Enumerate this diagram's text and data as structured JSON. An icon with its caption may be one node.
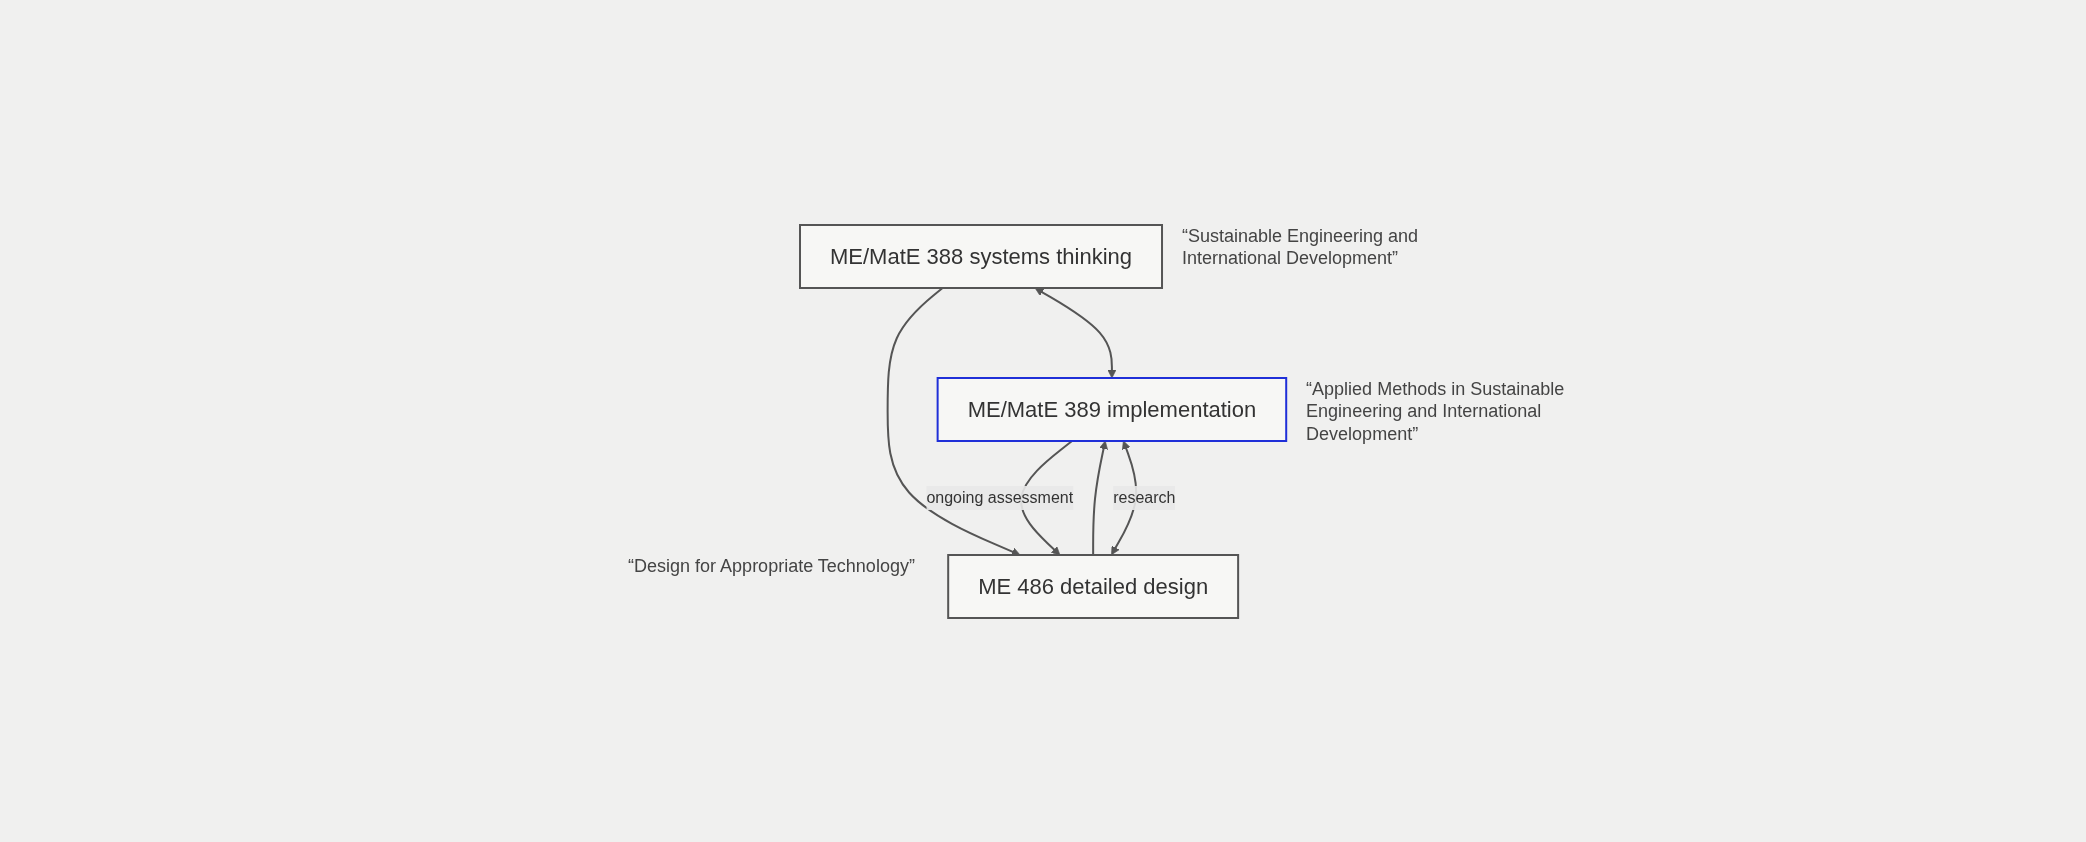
{
  "diagram": {
    "nodes": [
      {
        "text": [
          "ME/MatE 388 systems thinking"
        ],
        "beside": [
          "“Sustainable Engineering and International Development”"
        ]
      },
      {
        "text": [
          "ME 486 detailed design"
        ],
        "beside": [
          "“Design for Appropriate Technology”"
        ]
      },
      {
        "text": [
          "ME/MatE 389 implementation"
        ],
        "beside": [
          "“Applied Methods in Sustainable Engineering and International Development”"
        ]
      }
    ],
    "edges": [
      {
        "from": 0,
        "to": 2,
        "arrow": "both"
      },
      {
        "from": 0,
        "to": 1,
        "arrow": "to"
      },
      {
        "from": 1,
        "to": 2,
        "arrow": "to"
      },
      {
        "from": 2,
        "to": 1,
        "arrow": "to",
        "label": "ongoing assessment"
      },
      {
        "from": 1,
        "to": 2,
        "arrow": "both",
        "label": "research"
      }
    ]
  }
}
